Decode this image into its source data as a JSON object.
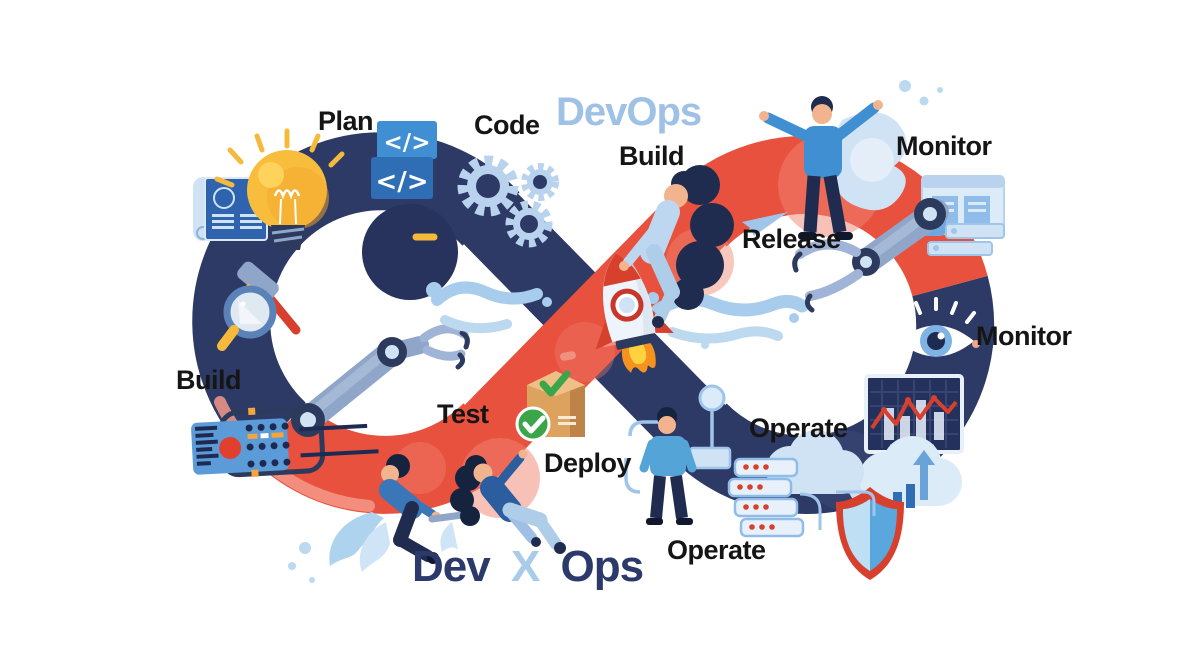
{
  "diagram": {
    "title": "DevOps",
    "subtitle": {
      "dev": "Dev",
      "x": "X",
      "ops": "Ops"
    },
    "labels": {
      "plan": "Plan",
      "code": "Code",
      "build_top": "Build",
      "build_left": "Build",
      "test": "Test",
      "deploy": "Deploy",
      "release": "Release",
      "operate_right": "Operate",
      "operate_bottom": "Operate",
      "monitor_top": "Monitor",
      "monitor_right": "Monitor"
    },
    "code_glyph": "</>",
    "colors": {
      "loop_navy": "#2e3a66",
      "loop_red": "#e8513d",
      "loop_salmon": "#f2907f",
      "title_light_blue": "#9fc1e6",
      "bottom_title_navy": "#2c3a6b",
      "bottom_title_x": "#a9cbea",
      "label_text": "#151515",
      "icon_blue": "#3f8fd2",
      "icon_steel": "#8fa6c9",
      "icon_pale_blue": "#cfe3f4",
      "bulb_yellow": "#f9bd3d",
      "check_green": "#3ba54a",
      "box_tan": "#dda25e",
      "shield_red": "#d8402e"
    }
  }
}
